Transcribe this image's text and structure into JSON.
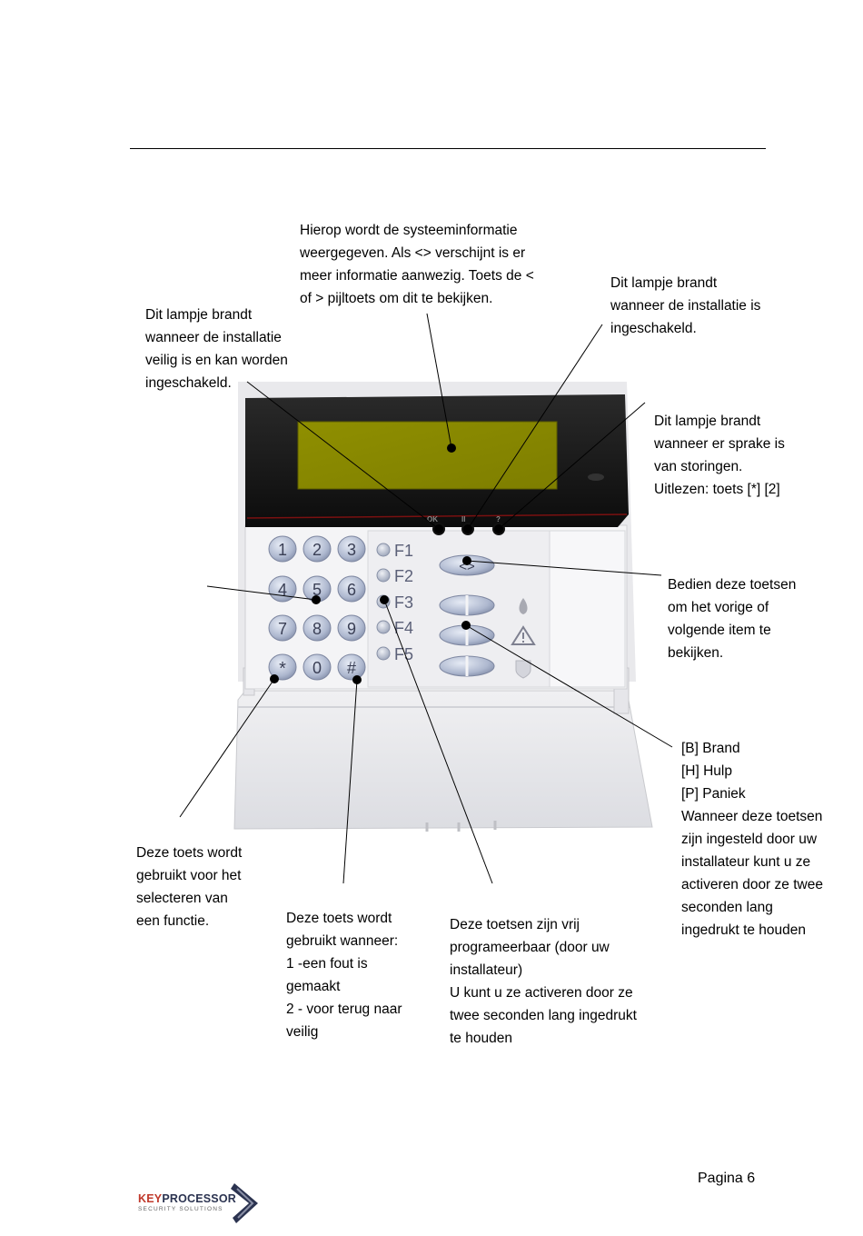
{
  "callouts": {
    "display": "Hierop wordt de systeeminformatie\nweergegeven. Als <> verschijnt is er\nmeer informatie aanwezig. Toets de <\nof > pijltoets om dit te bekijken.",
    "ready_led": "Dit lampje brandt\nwanneer de installatie\nveilig is en kan worden\ningeschakeld.",
    "armed_led": "Dit lampje brandt\nwanneer de installatie is\ningeschakeld.",
    "trouble_led": "Dit lampje brandt\nwanneer er sprake is\nvan storingen.\nUitlezen: toets [*] [2]",
    "scroll_keys": "Bedien deze toetsen\nom het vorige of\nvolgende item te\nbekijken.",
    "emergency_keys": "[B] Brand\n[H] Hulp\n[P] Paniek\nWanneer deze toetsen\nzijn ingesteld door uw\ninstallateur kunt u ze\nactiveren door ze twee\nseconden lang\ningedrukt te houden",
    "star_key": "Deze toets wordt\ngebruikt voor het\nselecteren van\neen functie.",
    "hash_key": "Deze toets wordt\ngebruikt wanneer:\n1 -een fout is\ngemaakt\n2 - voor terug naar\nveilig",
    "function_keys": "Deze toetsen zijn vrij\nprogrameerbaar (door uw\ninstallateur)\nU kunt u ze activeren door ze\ntwee seconden lang ingedrukt\nte houden"
  },
  "keypad": {
    "keys": [
      "1",
      "2",
      "3",
      "4",
      "5",
      "6",
      "7",
      "8",
      "9",
      "*",
      "0",
      "#"
    ],
    "function_keys": [
      "F1",
      "F2",
      "F3",
      "F4",
      "F5"
    ],
    "scroll_label": "<>",
    "led_labels": [
      "OK",
      "II",
      "?"
    ],
    "display_color": "#8a8a00",
    "bezel_color": "#151515"
  },
  "footer": {
    "page": "Pagina 6",
    "logo_key": "KEY",
    "logo_rest": "PROCESSOR",
    "logo_tagline": "SECURITY SOLUTIONS"
  }
}
